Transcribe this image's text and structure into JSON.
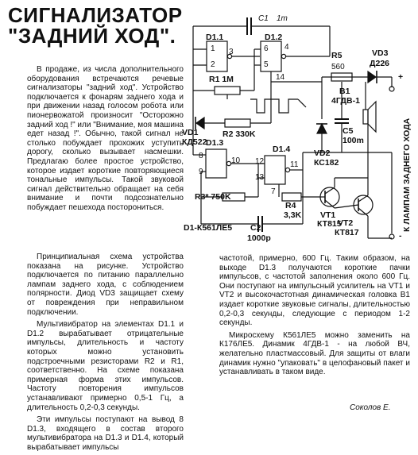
{
  "title": {
    "line1": "СИГНАЛИЗАТОР",
    "line2": "\"ЗАДНИЙ ХОД\"."
  },
  "lead_paragraphs": [
    "В продаже, из числа дополнительного оборудования встречаются речевые сигнализаторы \"задний ход\". Устройство подключается к фонарям заднего хода и при движении назад голосом робота или пионервожатой произносит \"Осторожно задний ход !\" или \"Внимание, моя машина едет назад !\". Обычно, такой сигнал не столько побуждает прохожих уступить дорогу, сколько вызывает насмешки. Предлагаю более простое устройство, которое издает короткие повторяющиеся тональные импульсы. Такой звуковой сигнал действительно обращает на себя внимание и почти подсознательно побуждает пешехода посторониться."
  ],
  "body_left": [
    "Принципиальная схема устройства показана на рисунке. Устройство подключается по питанию параллельно лампам заднего хода, с соблюдением полярности. Диод VD3 защищает схему от повреждения при неправильном подключении.",
    "Мультивибратор на элементах D1.1 и D1.2 вырабатывает отрицательные импульсы, длительность и частоту которых можно установить подстроечными резисторами R2 и R1, соответственно. На схеме показана примерная форма этих импульсов. Частоту повторения импульсов устанавливают примерно 0,5-1 Гц, а длительность 0,2-0,3 секунды.",
    "Эти импульсы поступают на вывод 8 D1.3, входящего в состав второго мультивибратора на D1.3 и D1.4, который вырабатывает импульсы"
  ],
  "body_right": [
    "частотой, примерно, 600 Гц. Таким образом, на выходе D1.3 получаются короткие пачки импульсов, с частотой заполнения около 600 Гц. Они поступают на импульсный усилитель на VT1 и VT2 и высокочастотная динамическая головка B1 издает короткие звуковые сигналы, длительностью 0,2-0,3 секунды, следующие с периодом 1-2 секунды.",
    "Микросхему К561ЛЕ5 можно заменить на К176ЛЕ5. Динамик 4ГДВ-1 - на любой ВЧ, желательно пластмассовый. Для защиты от влаги динамик нужно \"упаковать\" в целофановый пакет и устанавливать в таком виде."
  ],
  "author": "Соколов Е.",
  "schematic": {
    "C1": "C1",
    "C1v": "1m",
    "D11": "D1.1",
    "D12": "D1.2",
    "D13": "D1.3",
    "D14": "D1.4",
    "p1": "1",
    "p2": "2",
    "p3": "3",
    "p4": "4",
    "p5": "5",
    "p6": "6",
    "p7": "7",
    "p8": "8",
    "p9": "9",
    "p10": "10",
    "p11": "11",
    "p12": "12",
    "p13": "13",
    "p14": "14",
    "R1": "R1 1M",
    "R2": "R2 330K",
    "R3": "R3* 750K",
    "R4": "R4",
    "R4v": "3,3K",
    "R5": "R5",
    "R5v": "560",
    "VD1": "VD1",
    "VD1v": "КД522",
    "VD2": "VD2",
    "VD2v": "КС182",
    "VD3": "VD3",
    "VD3v": "Д226",
    "B1": "B1",
    "B1v": "4ГДВ-1",
    "C5": "C5",
    "C5v": "100m",
    "C2": "C2",
    "C2v": "1000p",
    "VT1": "VT1",
    "VT1v": "КТ815",
    "VT2": "VT2",
    "VT2v": "КТ817",
    "D1": "D1-К561ЛЕ5",
    "plus": "+",
    "minus": "-",
    "lamp": "К ЛАМПАМ ЗАДНЕГО ХОДА"
  }
}
